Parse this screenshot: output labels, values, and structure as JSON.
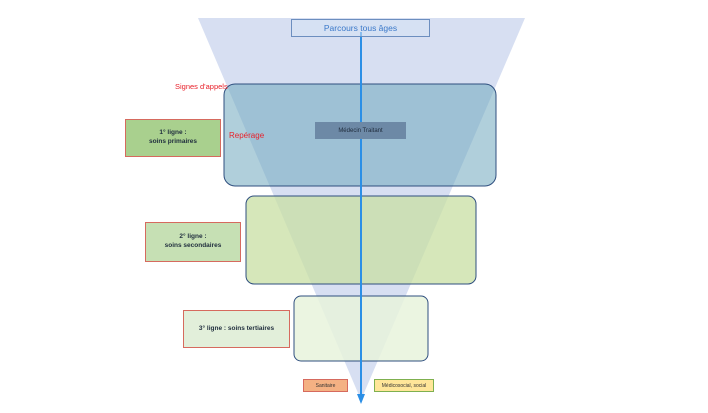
{
  "diagram": {
    "title": "Parcours tous âges",
    "labels": {
      "signes": "Signes d'appels",
      "reperage": "Repérage"
    },
    "tiers": [
      {
        "line1": "1° ligne :",
        "line2": "soins primaires"
      },
      {
        "line1": "2° ligne :",
        "line2": "soins secondaires"
      },
      {
        "line1": "3° ligne : soins tertiaires",
        "line2": ""
      }
    ],
    "medecin": "Médecin   Traitant",
    "legend": {
      "sanitaire": "Sanitaire",
      "medico": "Médicosocial, social"
    }
  },
  "colors": {
    "funnel": "#bcc9ea",
    "arrow": "#2b8fe6",
    "box1": "#6fa8bd",
    "box2": "#c8dfa3",
    "box3": "#e8f3dc",
    "border": "#2f4f7f"
  }
}
